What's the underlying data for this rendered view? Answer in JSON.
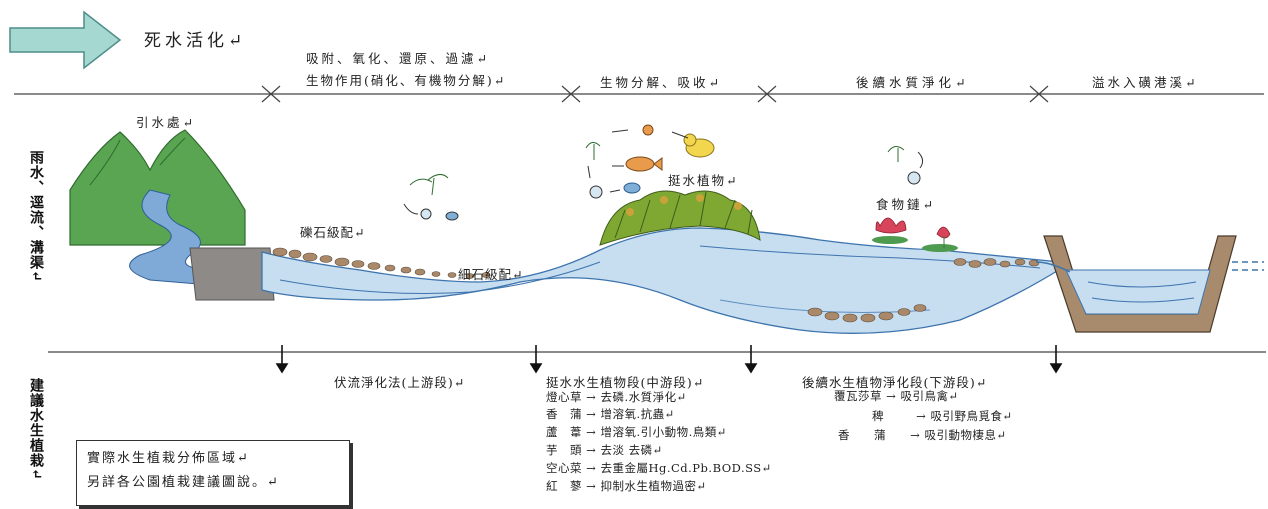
{
  "title": "死水活化↵",
  "stage_labels": {
    "s1_line1": "吸附、氧化、還原、過濾↵",
    "s1_line2": "生物作用(硝化、有機物分解)↵",
    "s2": "生物分解、吸收↵",
    "s3": "後續水質淨化↵",
    "s4": "溢水入磺港溪↵"
  },
  "left_vertical_top": "雨水、逕流、溝渠↵",
  "left_vertical_bottom": "建議水生植栽↵",
  "scene_labels": {
    "intake": "引水處↵",
    "coarse_gravel": "礫石級配↵",
    "fine_gravel": "細石級配↵",
    "emergent_plants": "挺水植物↵",
    "food_chain": "食物鏈↵"
  },
  "sections": {
    "upstream": "伏流淨化法(上游段)↵",
    "midstream": "挺水水生植物段(中游段)↵",
    "downstream": "後續水生植物淨化段(下游段)↵"
  },
  "mid_plants": [
    {
      "name": "燈心草",
      "effect": "→ 去磷.水質淨化↵"
    },
    {
      "name": "香　蒲",
      "effect": "→ 增溶氧.抗蟲↵"
    },
    {
      "name": "蘆　葦",
      "effect": "→ 增溶氧.引小動物.鳥類↵"
    },
    {
      "name": "芋　頭",
      "effect": "→ 去淡 去磷↵"
    },
    {
      "name": "空心菜",
      "effect": "→ 去重金屬Hg.Cd.Pb.BOD.SS↵"
    },
    {
      "name": "紅　蓼",
      "effect": "→ 抑制水生植物過密↵"
    }
  ],
  "down_plants": [
    {
      "name": "覆瓦莎草",
      "effect": "→ 吸引鳥禽↵"
    },
    {
      "name": "稗",
      "effect": "→ 吸引野鳥覓食↵"
    },
    {
      "name": "香　　蒲",
      "effect": "→ 吸引動物棲息↵"
    }
  ],
  "note": {
    "line1": "實際水生植栽分佈區域↵",
    "line2": "另詳各公園植栽建議圖說。↵"
  },
  "colors": {
    "arrow": "#9fd3ce",
    "water": "#b9d6ee",
    "water_dark": "#3d74ad",
    "mountain": "#4a9a4a",
    "stone": "#a9896a"
  }
}
